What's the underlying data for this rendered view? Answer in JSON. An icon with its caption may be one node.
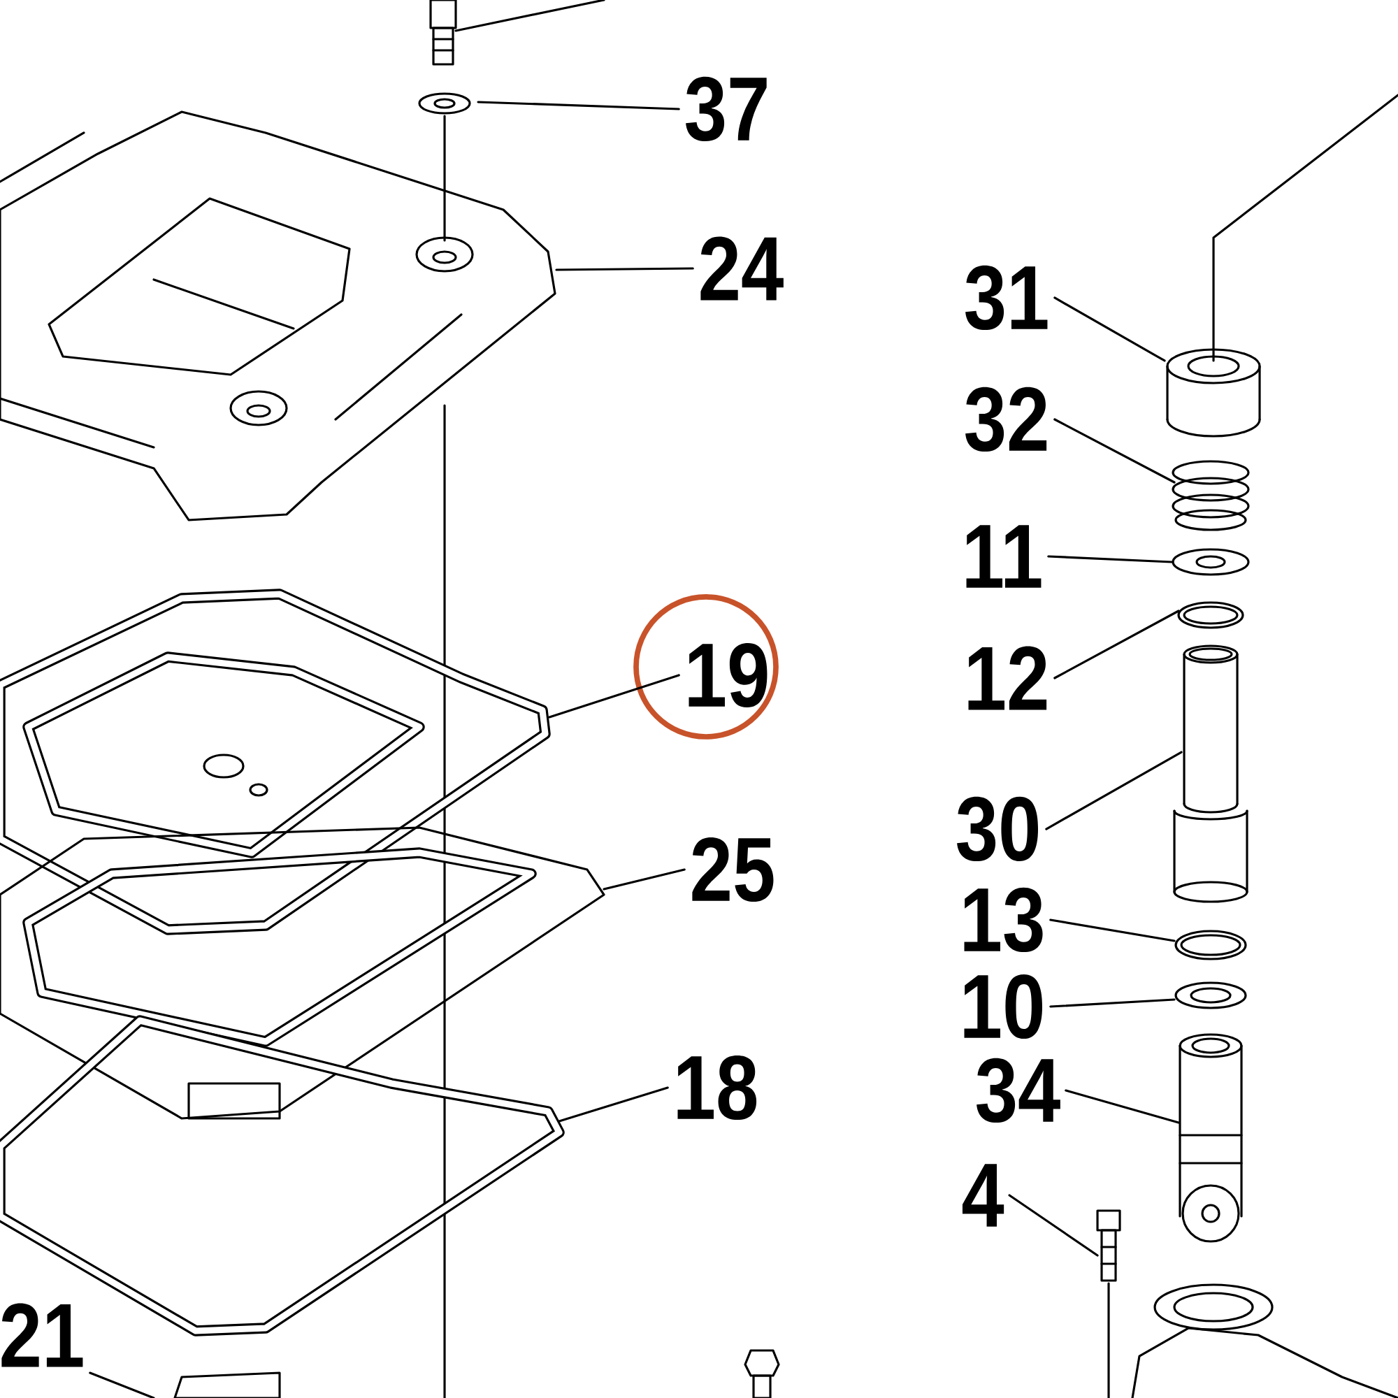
{
  "diagram": {
    "nodes": [
      {
        "text": [
          "37"
        ]
      },
      {
        "text": [
          "24"
        ]
      },
      {
        "text": [
          "19"
        ]
      },
      {
        "text": [
          "25"
        ]
      },
      {
        "text": [
          "18"
        ]
      },
      {
        "text": [
          "21"
        ]
      },
      {
        "text": [
          "31"
        ]
      },
      {
        "text": [
          "32"
        ]
      },
      {
        "text": [
          "11"
        ]
      },
      {
        "text": [
          "12"
        ]
      },
      {
        "text": [
          "30"
        ]
      },
      {
        "text": [
          "13"
        ]
      },
      {
        "text": [
          "10"
        ]
      },
      {
        "text": [
          "34"
        ]
      },
      {
        "text": [
          "4"
        ]
      },
      {
        "text": [],
        "shape": "picture"
      },
      {
        "text": [],
        "shape": "picture"
      },
      {
        "text": [],
        "shape": "picture"
      },
      {
        "text": [],
        "shape": "picture"
      },
      {
        "text": [],
        "shape": "picture"
      },
      {
        "text": [],
        "shape": "picture"
      },
      {
        "text": [],
        "shape": "picture"
      },
      {
        "text": [],
        "shape": "picture"
      },
      {
        "text": [],
        "shape": "picture"
      },
      {
        "text": [],
        "shape": "picture"
      },
      {
        "text": [],
        "shape": "picture"
      },
      {
        "text": [],
        "shape": "picture"
      },
      {
        "text": [],
        "shape": "picture"
      },
      {
        "text": [],
        "shape": "picture"
      },
      {
        "text": [],
        "shape": "picture"
      },
      {
        "text": [],
        "shape": "picture"
      }
    ],
    "edges": [
      {
        "from": 0,
        "to": 16,
        "arrow": "none"
      },
      {
        "from": 1,
        "to": 17,
        "arrow": "none"
      },
      {
        "from": 2,
        "to": 18,
        "arrow": "none"
      },
      {
        "from": 3,
        "to": 19,
        "arrow": "none"
      },
      {
        "from": 4,
        "to": 20,
        "arrow": "none"
      },
      {
        "from": 5,
        "to": 21,
        "arrow": "none"
      },
      {
        "from": 6,
        "to": 22,
        "arrow": "none"
      },
      {
        "from": 7,
        "to": 23,
        "arrow": "none"
      },
      {
        "from": 8,
        "to": 24,
        "arrow": "none"
      },
      {
        "from": 9,
        "to": 25,
        "arrow": "none"
      },
      {
        "from": 10,
        "to": 26,
        "arrow": "none"
      },
      {
        "from": 11,
        "to": 27,
        "arrow": "none"
      },
      {
        "from": 12,
        "to": 28,
        "arrow": "none"
      },
      {
        "from": 13,
        "to": 29,
        "arrow": "none"
      },
      {
        "from": 14,
        "to": 30,
        "arrow": "none"
      },
      {
        "from": 15,
        "to": null,
        "arrow": "none"
      },
      {
        "from": 22,
        "to": null,
        "arrow": "none"
      },
      {
        "from": 16,
        "to": 17,
        "arrow": "none"
      }
    ]
  }
}
